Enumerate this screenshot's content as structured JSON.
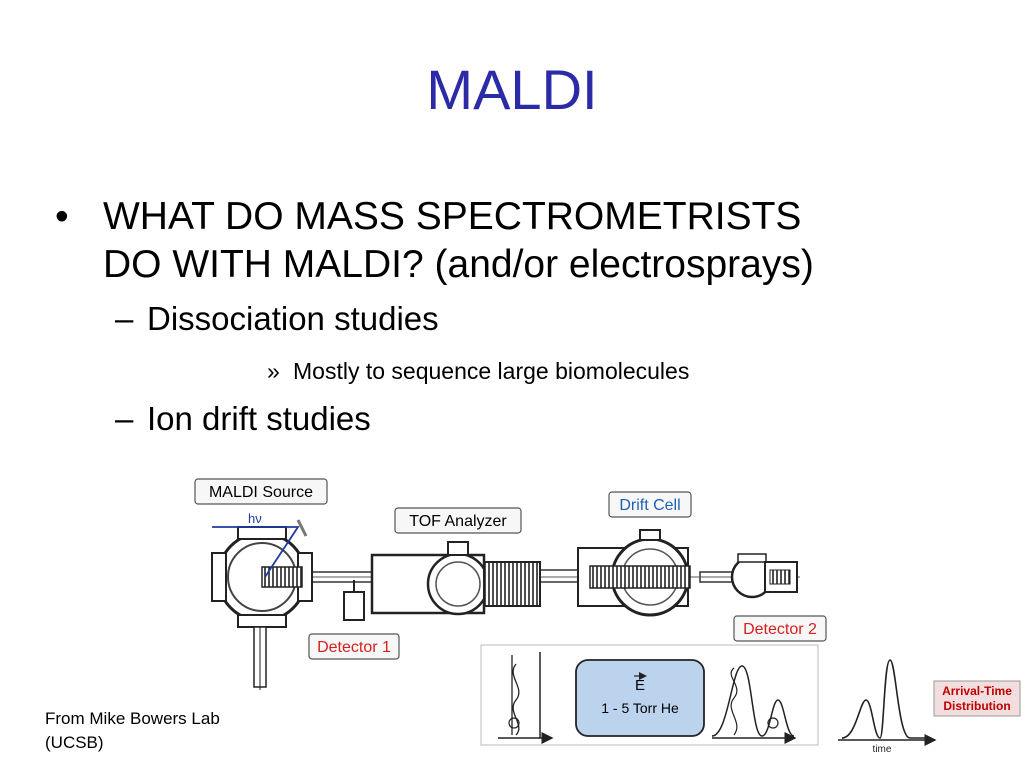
{
  "slide": {
    "title": "MALDI",
    "bullet1": {
      "marker": "•",
      "lines": [
        "WHAT DO MASS SPECTROMETRISTS",
        "DO WITH MALDI? (and/or electrosprays)"
      ]
    },
    "sub1": {
      "marker": "–",
      "text": "Dissociation studies"
    },
    "subsub1": {
      "marker": "»",
      "text": "Mostly to sequence large biomolecules"
    },
    "sub2": {
      "marker": "–",
      "text": "Ion drift studies"
    },
    "credit": [
      "From Mike Bowers Lab",
      "(UCSB)"
    ]
  },
  "diagram": {
    "labels": {
      "maldi_source": "MALDI Source",
      "hv": "hν",
      "tof_analyzer": "TOF Analyzer",
      "drift_cell": "Drift Cell",
      "detector1": "Detector 1",
      "detector2": "Detector 2",
      "field": "E",
      "pressure": "1 - 5 Torr He",
      "arrival_line1": "Arrival-Time",
      "arrival_line2": "Distribution",
      "time_axis": "time"
    },
    "colors": {
      "title": "#2b2ba8",
      "detector_label": "#d62020",
      "drift_label": "#1f5fb5",
      "drift_cell_fill": "#bcd3ee",
      "arrival_fill": "#f2dede",
      "arrival_text": "#c00000"
    }
  }
}
